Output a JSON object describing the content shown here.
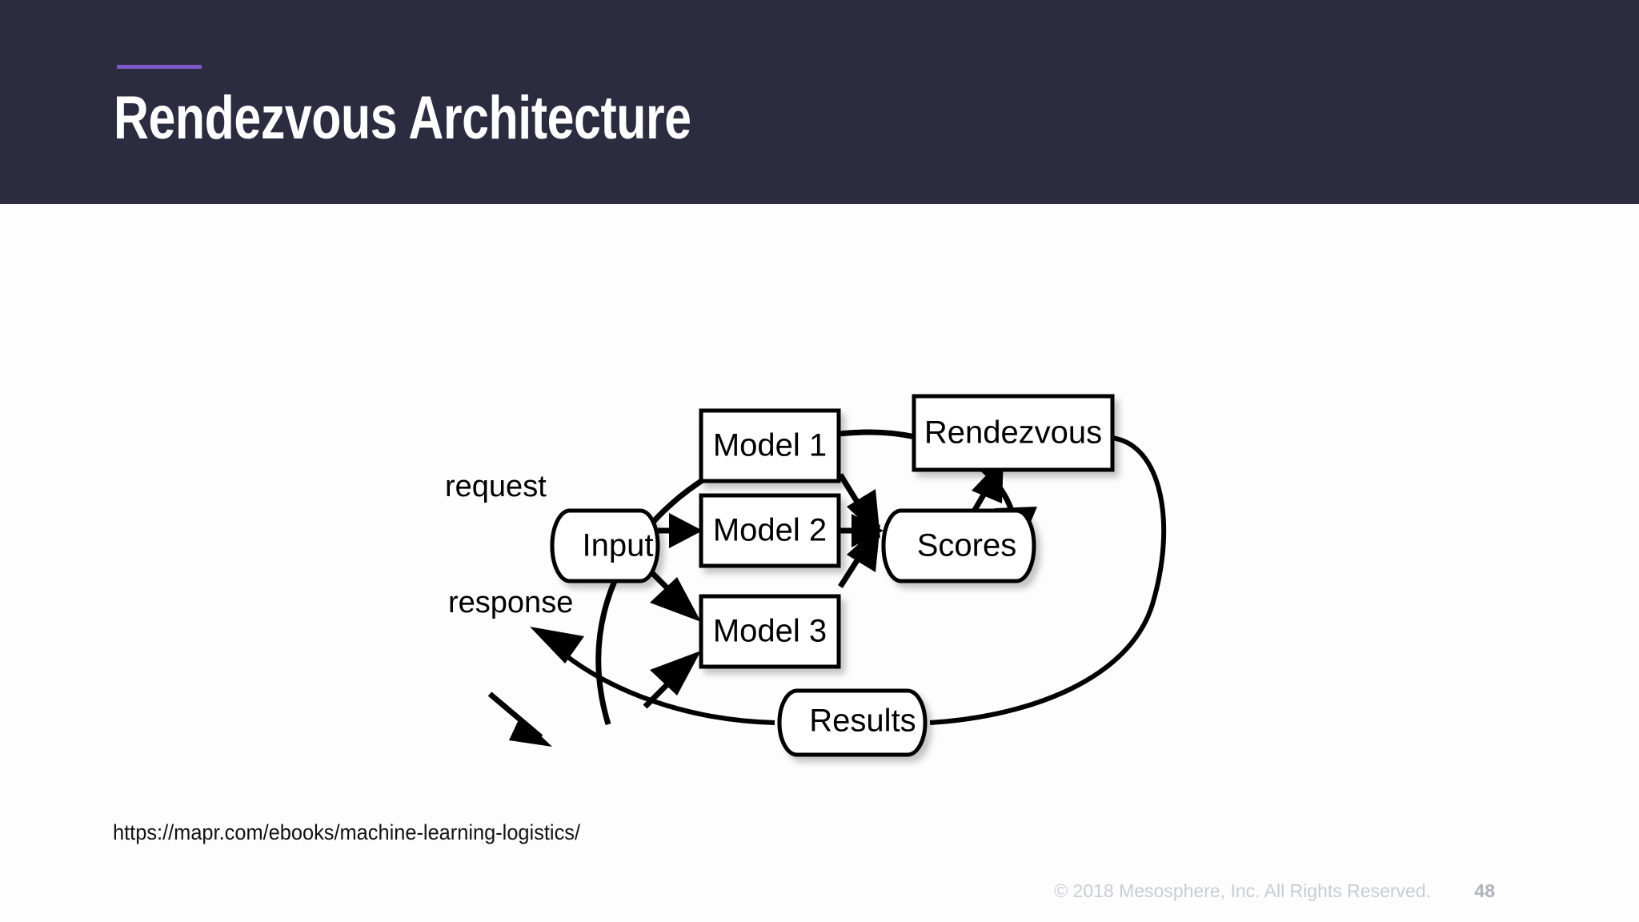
{
  "slide": {
    "title": "Rendezvous Architecture",
    "accent_color": "#7e57c8",
    "header_bg": "#2b2c40",
    "body_bg": "#fdfdfd"
  },
  "source": {
    "url_text": "https://mapr.com/ebooks/machine-learning-logistics/"
  },
  "footer": {
    "copyright": "© 2018 Mesosphere, Inc. All Rights Reserved.",
    "page_number": "48"
  },
  "diagram": {
    "type": "flow-architecture",
    "nodes": {
      "input": {
        "label": "Input",
        "shape": "cylinder"
      },
      "model1": {
        "label": "Model 1",
        "shape": "rect"
      },
      "model2": {
        "label": "Model 2",
        "shape": "rect"
      },
      "model3": {
        "label": "Model 3",
        "shape": "rect"
      },
      "rendezvous": {
        "label": "Rendezvous",
        "shape": "rect"
      },
      "scores": {
        "label": "Scores",
        "shape": "cylinder"
      },
      "results": {
        "label": "Results",
        "shape": "cylinder"
      }
    },
    "flow_labels": {
      "request": "request",
      "response": "response"
    },
    "edges": [
      {
        "from": "request",
        "to": "input"
      },
      {
        "from": "input",
        "to": "model1"
      },
      {
        "from": "input",
        "to": "model2"
      },
      {
        "from": "input",
        "to": "model3"
      },
      {
        "from": "input",
        "to": "rendezvous"
      },
      {
        "from": "model1",
        "to": "scores"
      },
      {
        "from": "model2",
        "to": "scores"
      },
      {
        "from": "model3",
        "to": "scores"
      },
      {
        "from": "scores",
        "to": "rendezvous"
      },
      {
        "from": "rendezvous",
        "to": "results"
      },
      {
        "from": "results",
        "to": "response"
      }
    ]
  }
}
